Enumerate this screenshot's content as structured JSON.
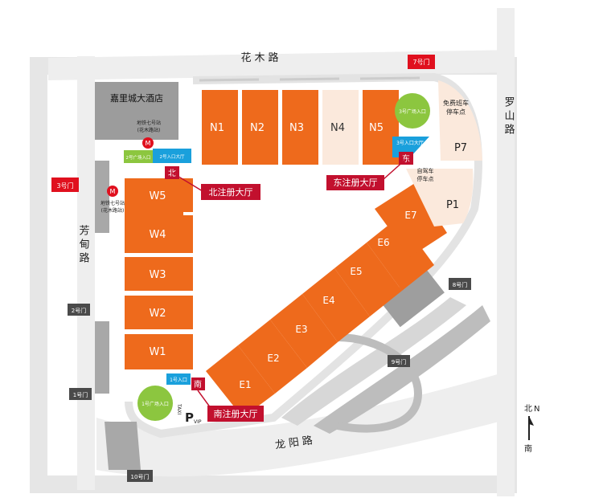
{
  "roads": {
    "huamu": "花木路",
    "luoshan": "罗山路",
    "fangdian": "芳甸路",
    "longyang": "龙阳路"
  },
  "halls": {
    "N1": "N1",
    "N2": "N2",
    "N3": "N3",
    "N4": "N4",
    "N5": "N5",
    "W1": "W1",
    "W2": "W2",
    "W3": "W3",
    "W4": "W4",
    "W5": "W5",
    "E1": "E1",
    "E2": "E2",
    "E3": "E3",
    "E4": "E4",
    "E5": "E5",
    "E6": "E6",
    "E7": "E7"
  },
  "hotel": "嘉里城大酒店",
  "metro": {
    "top_name": "地铁七号站",
    "top_sub": "(花木路站)",
    "left_name": "地铁七号站",
    "left_sub": "(花木路站)"
  },
  "gates": {
    "g1": "1号门",
    "g2": "2号门",
    "g3": "3号门",
    "g7": "7号门",
    "g8": "8号门",
    "g9": "9号门",
    "g10": "10号门"
  },
  "plazas": {
    "plaza1": "1号广场入口",
    "plaza2": "2号广场入口",
    "plaza3": "3号广场入口",
    "entry1": "1号入口",
    "entry2": "2号入口大厅",
    "entry3": "3号入口大厅"
  },
  "registration": {
    "north_tag": "北",
    "north_label": "北注册大厅",
    "east_tag": "东",
    "east_label": "东注册大厅",
    "south_tag": "南",
    "south_label": "南注册大厅"
  },
  "parking": {
    "p7": "P7",
    "p7_note_1": "免费班车",
    "p7_note_2": "停车点",
    "p1": "P1",
    "p1_note_1": "自驾车",
    "p1_note_2": "停车点",
    "pvip": "P",
    "pvip_sub": "VIP",
    "taxi": "TAXI"
  },
  "compass": {
    "north": "北",
    "north_en": "N",
    "south": "南"
  },
  "colors": {
    "hall": "#ee6a1c",
    "hall_light": "#fbe9dc",
    "road": "#eeeeee",
    "road_line": "#cdcdcd",
    "dark_gray": "#9e9e9e",
    "gate_dark": "#4a4a4a",
    "gate_red": "#e0101e",
    "registration_red": "#c2102e",
    "plaza_green": "#8cc63f",
    "entry_blue": "#1aa0dc"
  }
}
